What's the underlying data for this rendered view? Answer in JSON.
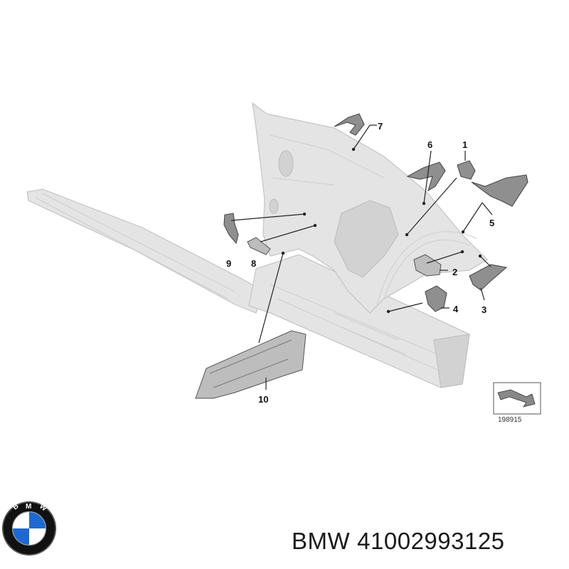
{
  "callouts": [
    {
      "id": "1",
      "label": "1"
    },
    {
      "id": "2",
      "label": "2"
    },
    {
      "id": "3",
      "label": "3"
    },
    {
      "id": "4",
      "label": "4"
    },
    {
      "id": "5",
      "label": "5"
    },
    {
      "id": "6",
      "label": "6"
    },
    {
      "id": "7",
      "label": "7"
    },
    {
      "id": "8",
      "label": "8"
    },
    {
      "id": "9",
      "label": "9"
    },
    {
      "id": "10",
      "label": "10"
    }
  ],
  "reference_number": "198915",
  "caption": {
    "brand": "BMW",
    "part_number": "41002993125"
  },
  "logo": {
    "text": "BMW",
    "colors": {
      "blue": "#1c69d4",
      "white": "#ffffff",
      "ring": "#111111"
    }
  }
}
